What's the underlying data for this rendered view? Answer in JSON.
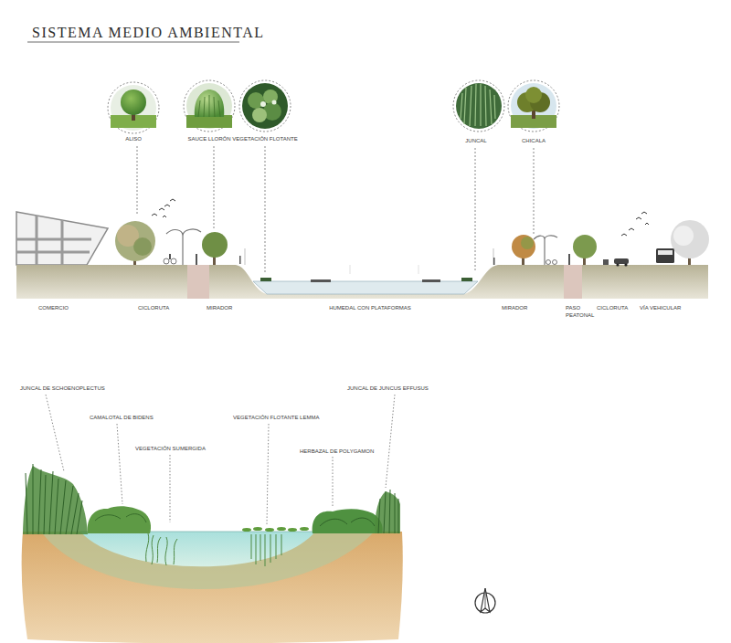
{
  "diagram": {
    "title": "SISTEMA MEDIO AMBIENTAL",
    "labels": [
      "ALISO",
      "SAUCE LLORÓN",
      "VEGETACIÓN FLOTANTE",
      "JUNCAL",
      "CHICALA",
      "COMERCIO",
      "CICLORUTA",
      "MIRADOR",
      "HUMEDAL CON PLATAFORMAS",
      "MIRADOR",
      "PASO PEATONAL",
      "CICLORUTA",
      "VÍA VEHICULAR",
      "JUNCAL DE SCHOENOPLECTUS",
      "CAMALOTAL DE BIDENS",
      "VEGETACIÓN SUMERGIDA",
      "VEGETACIÓN FLOTANTE LEMMA",
      "HERBAZAL DE POLYGAMON",
      "JUNCAL DE JUNCUS EFFUSUS"
    ]
  }
}
